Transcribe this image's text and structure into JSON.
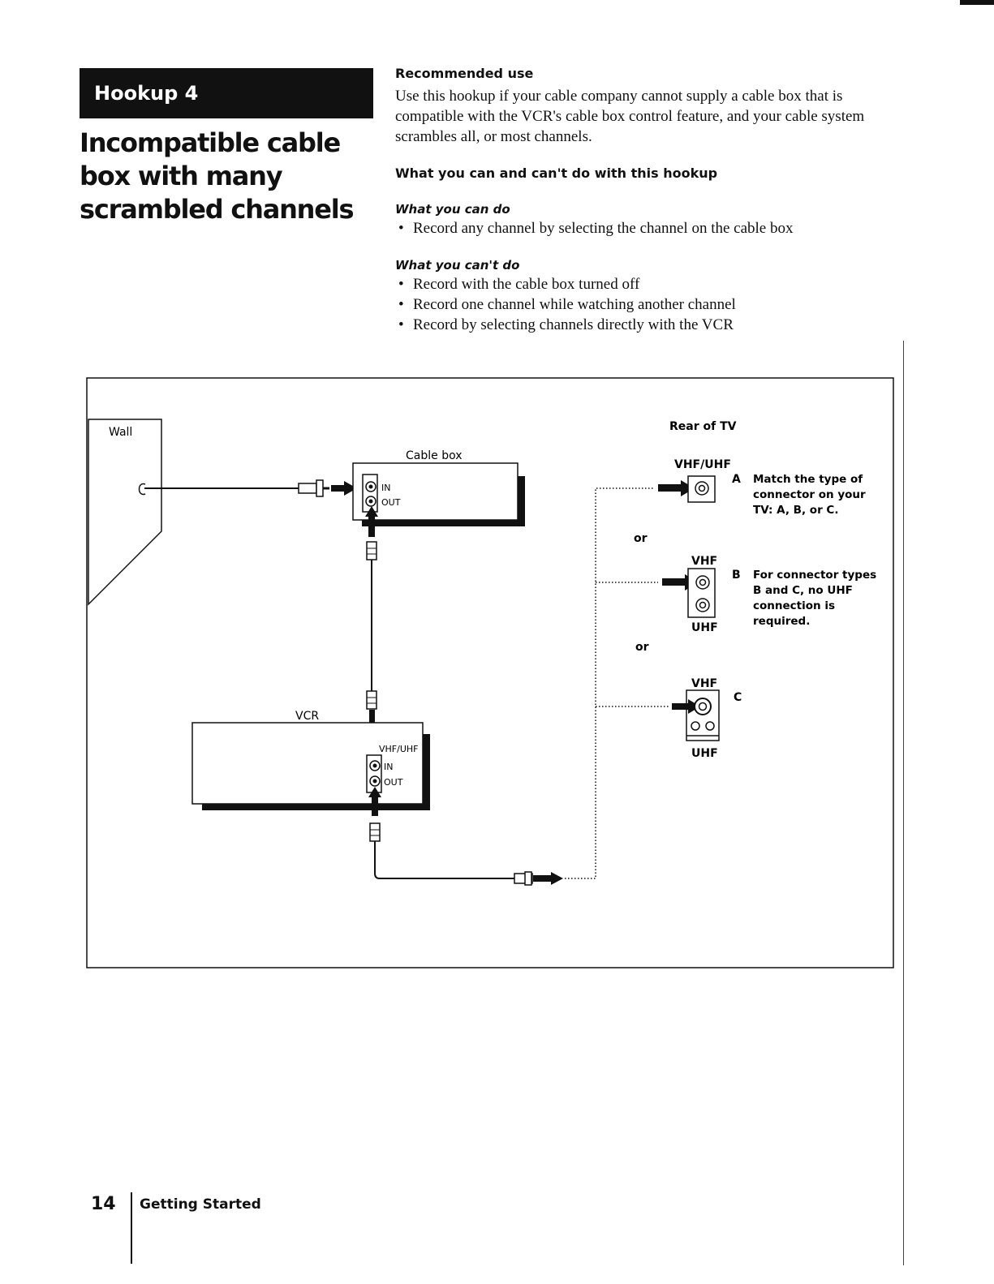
{
  "header": {
    "banner": "Hookup 4",
    "title": "Incompatible cable box with many scrambled channels"
  },
  "recommended": {
    "heading": "Recommended use",
    "text": "Use this hookup if your cable company cannot supply a cable box that is compatible with the VCR's cable box control feature, and your cable system scrambles all, or most channels."
  },
  "capabilities": {
    "heading": "What you can and can't do with this hookup",
    "can_heading": "What you can do",
    "can_items": [
      "Record any channel by selecting the channel on the cable box"
    ],
    "cant_heading": "What you can't do",
    "cant_items": [
      "Record with the cable box turned off",
      "Record one channel while watching another channel",
      "Record by selecting channels directly with the VCR"
    ]
  },
  "diagram": {
    "wall": "Wall",
    "cable_box": "Cable box",
    "in": "IN",
    "out": "OUT",
    "vcr": "VCR",
    "vhf_uhf": "VHF/UHF",
    "rear_of_tv": "Rear of TV",
    "vhf": "VHF",
    "uhf": "UHF",
    "or": "or",
    "letter_a": "A",
    "letter_b": "B",
    "letter_c": "C",
    "note_a": [
      "Match the type of",
      "connector on your",
      "TV: A, B, or C."
    ],
    "note_b": [
      "For connector types",
      "B and C, no UHF",
      "connection is",
      "required."
    ]
  },
  "footer": {
    "page_number": "14",
    "section": "Getting Started"
  }
}
